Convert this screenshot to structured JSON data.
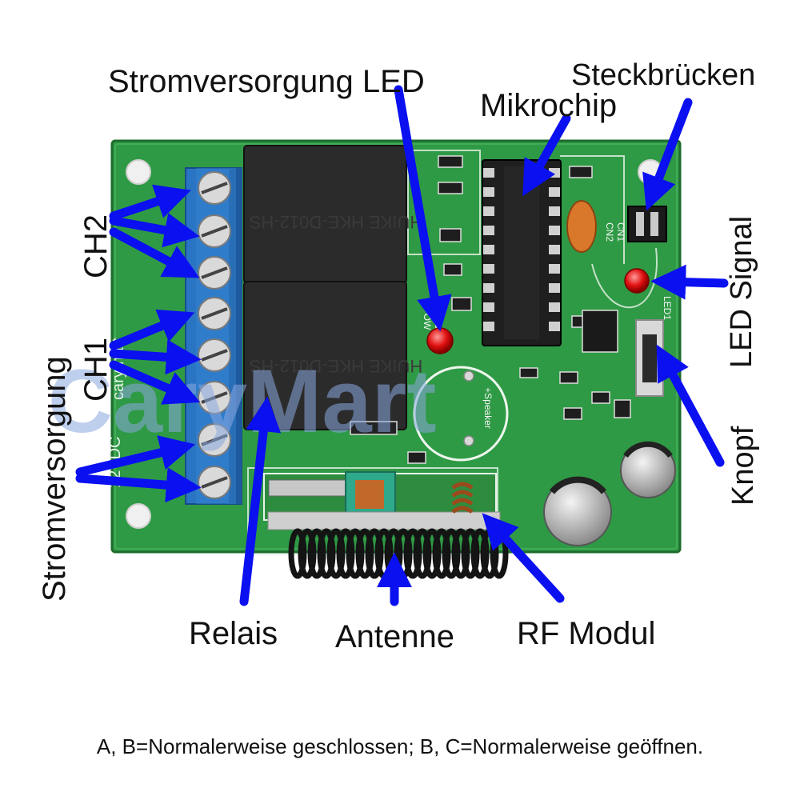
{
  "labels": {
    "power_led": "Stromversorgung LED",
    "microchip": "Mikrochip",
    "jumpers": "Steckbrücken",
    "ch2": "CH2",
    "ch1": "CH1",
    "power_supply": "Stromversorgung",
    "led_signal": "LED Signal",
    "button": "Knopf",
    "relay": "Relais",
    "antenna": "Antenne",
    "rf_module": "RF Modul"
  },
  "board_markings": {
    "brand": "carymart",
    "jumper_cn1": "CN1",
    "jumper_cn2": "CN2",
    "led1": "LED1",
    "pow": "POW",
    "speaker": "+Speaker",
    "dc": "12VDC",
    "relay_text": "HUIKE HKE-D012-HS"
  },
  "watermark": "CaryMart",
  "caption": "A, B=Normalerweise geschlossen; B, C=Normalerweise geöffnen.",
  "colors": {
    "pcb": "#2f9a45",
    "terminal": "#2a74c4",
    "relay": "#2b2b2b",
    "arrow": "#0a10f0",
    "watermark": "#8aa8e0",
    "led": "#e01010"
  }
}
